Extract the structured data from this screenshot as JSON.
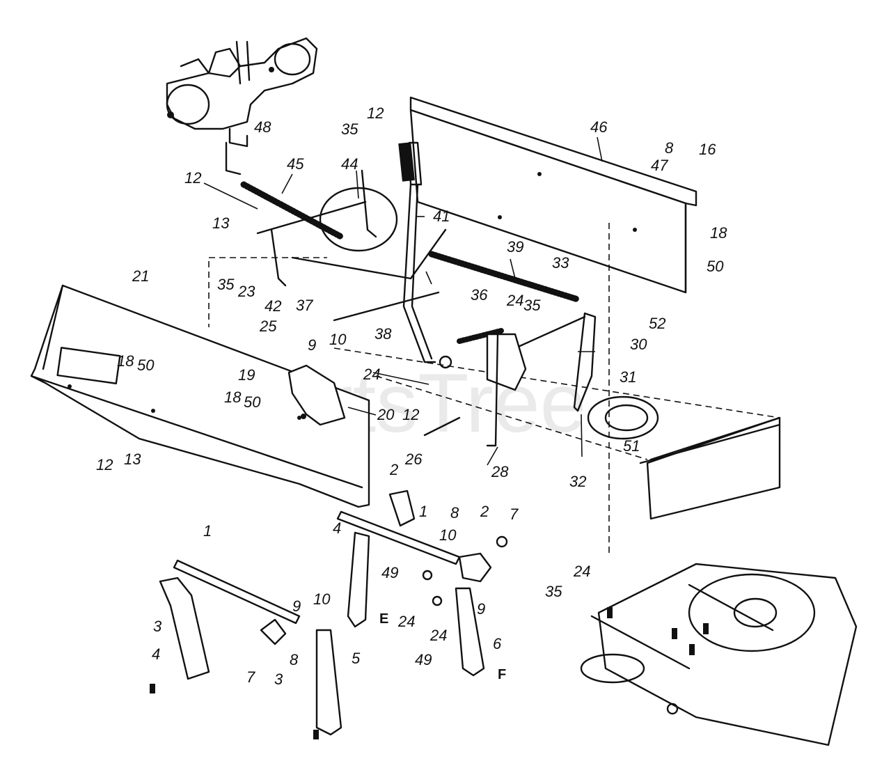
{
  "watermark": "PartsTree",
  "letter_labels": [
    "E",
    "F"
  ],
  "part_labels": {
    "p1": "1",
    "p2": "2",
    "p3": "3",
    "p4": "4",
    "p5": "5",
    "p6": "6",
    "p7": "7",
    "p8": "8",
    "p9": "9",
    "p10": "10",
    "p12": "12",
    "p13": "13",
    "p16": "16",
    "p18": "18",
    "p19": "19",
    "p20": "20",
    "p21": "21",
    "p23": "23",
    "p24": "24",
    "p25": "25",
    "p26": "26",
    "p28": "28",
    "p30": "30",
    "p31": "31",
    "p32": "32",
    "p33": "33",
    "p35": "35",
    "p36": "36",
    "p37": "37",
    "p38": "38",
    "p39": "39",
    "p41": "41",
    "p42": "42",
    "p44": "44",
    "p45": "45",
    "p46": "46",
    "p47": "47",
    "p48": "48",
    "p49": "49",
    "p50": "50",
    "p51": "51",
    "p52": "52"
  }
}
